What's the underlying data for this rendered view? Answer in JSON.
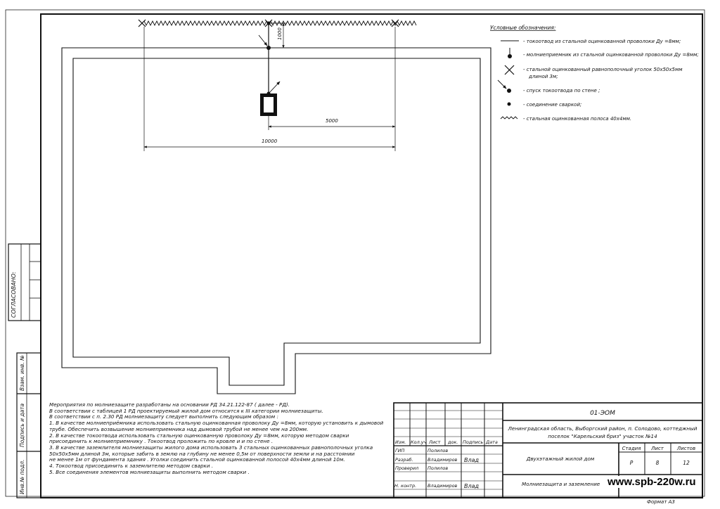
{
  "sheet": {
    "approved_label": "СОГЛАСОВАНО:",
    "side_labels": [
      "Взам. инв. №",
      "Подпись и дата",
      "Инв.№ подл."
    ],
    "format": "Формат А3"
  },
  "plan": {
    "dim_height": "1000",
    "dim_5000": "5000",
    "dim_10000": "10000"
  },
  "legend": {
    "title": "Условные обозначения:",
    "items": [
      "- токоотвод из стальной оцинкованной проволоки Ду =8мм;",
      "- молниеприемник из стальной оцинкованной проволоки Ду =8мм;",
      "- стальной оцинкованный равнополочный уголок  50х50х5мм",
      "длиной 3м;",
      "- спуск токоотвода по стене ;",
      "- соединение сваркой;",
      "- стальная оцинкованная полоса  40х4мм."
    ]
  },
  "notes": [
    "Мероприятия по молниезащите разработаны на основании РД   34.21.122-87 ( далее - РД).",
    "В соответствии с таблицей  1 РД проектируемый жилой дом относится к  III категории молниезащиты.",
    "В соответствии с п.  2.30 РД молниезащиту следует выполнить следующим образом :",
    "1. В качестве молниеприёмника использовать стальную оцинкованная проволоку Ду  =8мм, которую установить к дымовой",
    "трубе. Обеспечить возвышение молниеприемника над дымовой трубой не менее чем на   200мм.",
    "2. В качестве токоотвода использовать стальную оцинкованную проволоку Ду  =8мм, которую методом сварки",
    "присоединить к молниеприемнику . Токоотвод проложить по кровле и и по стене .",
    "3. В качестве заземлителя молниезащиты жилого дома использовать  3 стальных оцинкованных равнополочных уголка",
    "50х50х5мм длиной 3м, которые забить в землю на глубину не менее  0,5м от поверхности земли и на расстоянии",
    "не менее 1м от фундамента здания . Уголки соединить стальной оцинкованной полосой  40х4мм длиной 10м.",
    "4. Токоотвод присоединить к заземлителю методом сварки .",
    "5. Все соединения элементов молниезащиты выполнить методом сварки  ."
  ],
  "title_block": {
    "code": "01-ЭОМ",
    "address_line1": "Ленинградская область, Выборгский район, п. Солодово, коттеджный",
    "address_line2": "поселок \"Карельский бриз\" участок №14",
    "object": "Двухэтажный жилой дом",
    "sheet_name": "Молниезащита и заземление",
    "columns": [
      "Изм.",
      "Кол.уч",
      "Лист",
      "док.",
      "Подпись",
      "Дата"
    ],
    "roles": [
      "ГИП",
      "Разраб.",
      "Проверил",
      "Н. контр."
    ],
    "names": [
      "Полилов",
      "Владимиров",
      "Полилов",
      "Владимиров"
    ],
    "signature_text": "Влад",
    "stage_header": "Стадия",
    "sheet_header": "Лист",
    "sheets_header": "Листов",
    "stage": "Р",
    "sheet_no": "8",
    "sheets_total": "12"
  },
  "website": "www.spb-220w.ru"
}
